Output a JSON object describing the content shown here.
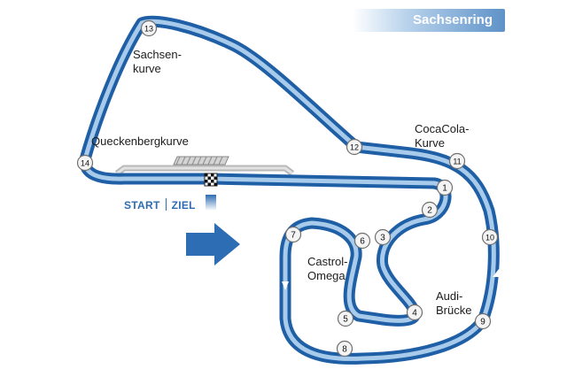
{
  "title": "Sachsenring",
  "start_label": "START",
  "finish_label": "ZIEL",
  "corner_labels": {
    "sachsenkurve": [
      "Sachsen-",
      "kurve"
    ],
    "queckenbergkurve": "Queckenbergkurve",
    "cocacola": [
      "CocaCola-",
      "Kurve"
    ],
    "castrol": [
      "Castrol-",
      "Omega"
    ],
    "audi": [
      "Audi-",
      "Brücke"
    ]
  },
  "turns": [
    "1",
    "2",
    "3",
    "4",
    "5",
    "6",
    "7",
    "8",
    "9",
    "10",
    "11",
    "12",
    "13",
    "14"
  ],
  "colors": {
    "track_dark": "#1f5fa6",
    "track_light": "#9cc2e6",
    "arrow": "#2c6db4",
    "badge": "#5e92c8"
  }
}
